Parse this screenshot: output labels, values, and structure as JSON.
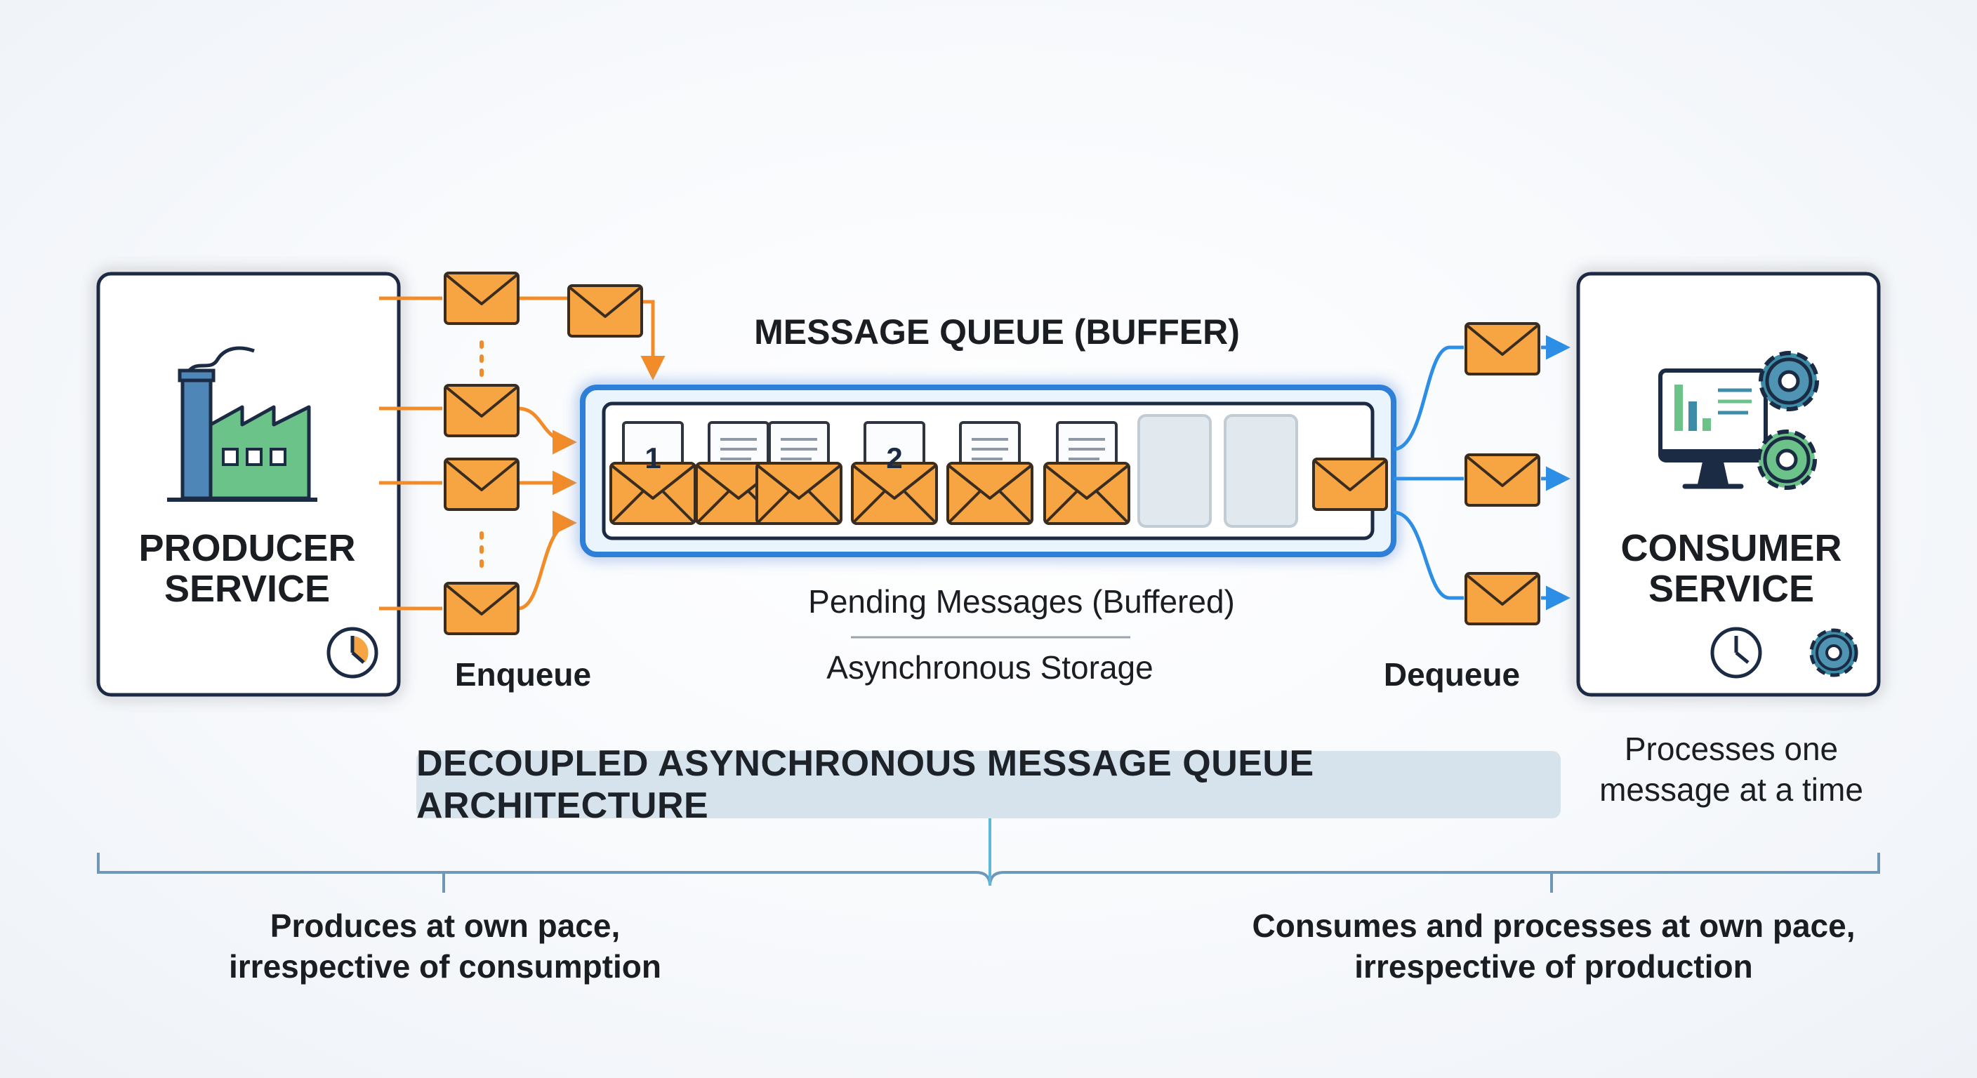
{
  "queue": {
    "title": "MESSAGE QUEUE (BUFFER)",
    "slot_numbers": [
      "1",
      "2"
    ],
    "pending_label": "Pending Messages (Buffered)",
    "storage_label": "Asynchronous Storage"
  },
  "producer": {
    "title_line1": "PRODUCER",
    "title_line2": "SERVICE",
    "action_label": "Enqueue",
    "note_line1": "Produces at own pace,",
    "note_line2": "irrespective of consumption"
  },
  "consumer": {
    "title_line1": "CONSUMER",
    "title_line2": "SERVICE",
    "action_label": "Dequeue",
    "side_note_line1": "Processes one",
    "side_note_line2": "message at a time",
    "note_line1": "Consumes and processes at own pace,",
    "note_line2": "irrespective of production"
  },
  "banner": {
    "text": "DECOUPLED ASYNCHRONOUS MESSAGE QUEUE ARCHITECTURE"
  },
  "colors": {
    "orange": "#f28c28",
    "orange_fill": "#f7a443",
    "blue": "#2d8ee6",
    "navy": "#1c2b44",
    "green": "#6cc38a",
    "teal": "#3d8ca8"
  }
}
